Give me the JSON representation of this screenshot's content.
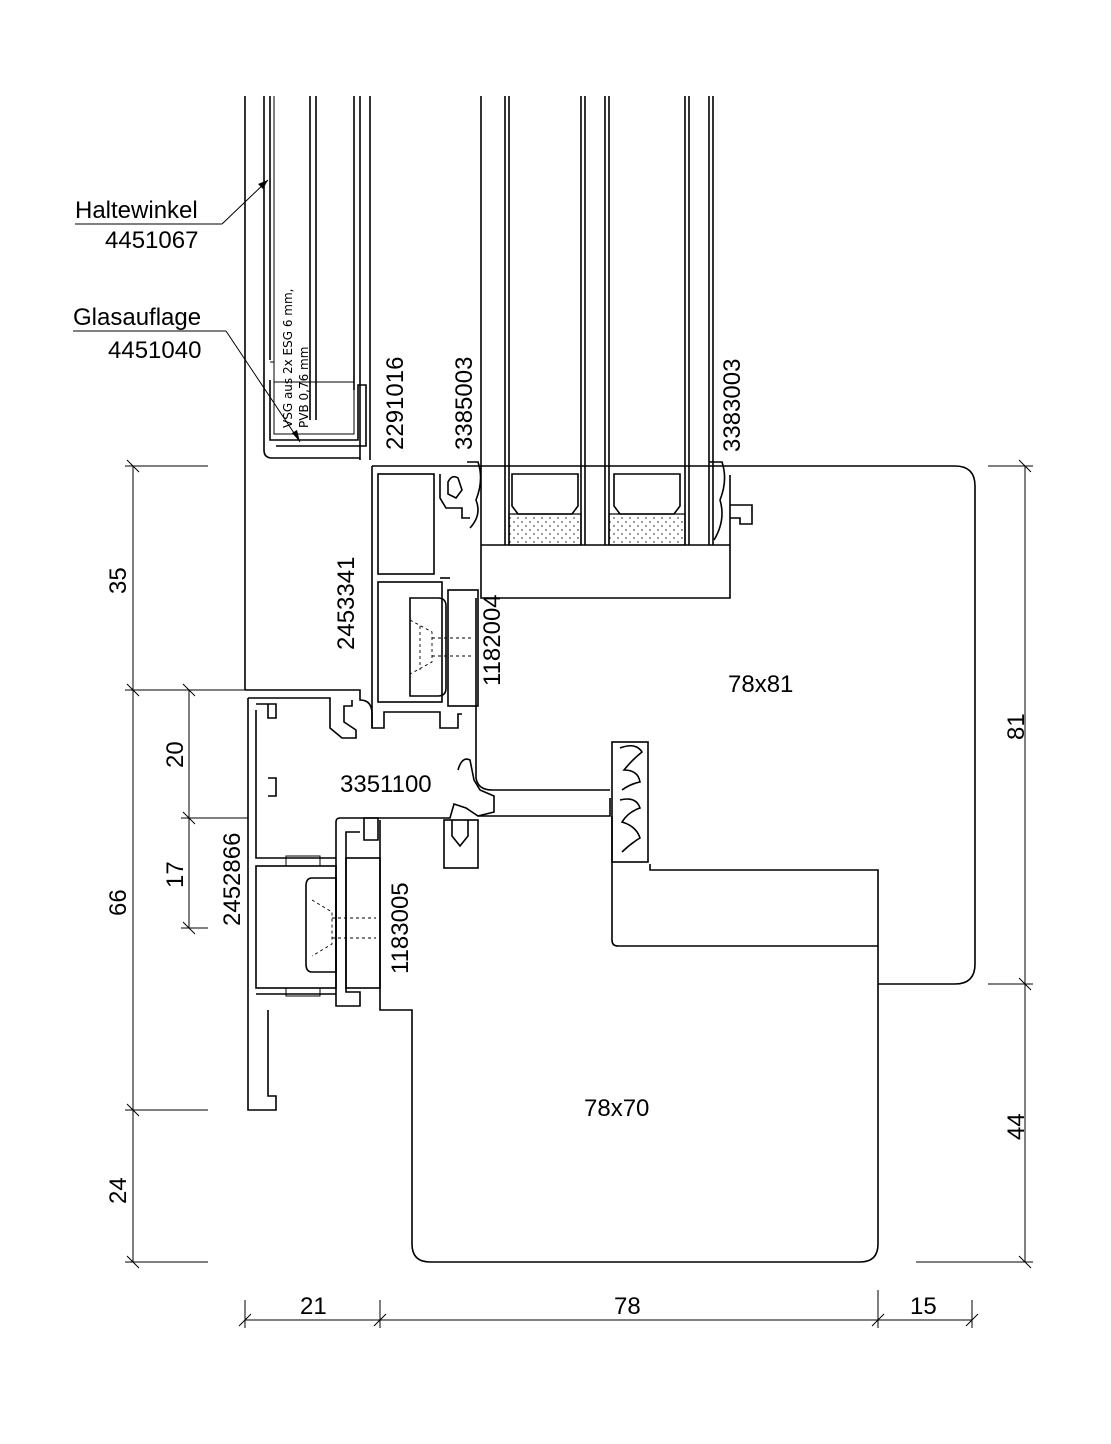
{
  "callouts": {
    "haltewinkel_name": "Haltewinkel",
    "haltewinkel_code": "4451067",
    "glasauflage_name": "Glasauflage",
    "glasauflage_code": "4451040"
  },
  "glass_note": {
    "line1": "VSG aus 2x ESG 6 mm,",
    "line2": "PVB 0,76 mm"
  },
  "part_codes": {
    "p2291016": "2291016",
    "p3385003": "3385003",
    "p3383003": "3383003",
    "p2453341": "2453341",
    "p1182004": "1182004",
    "p3351100": "3351100",
    "p2452866": "2452866",
    "p1183005": "1183005"
  },
  "sections": {
    "upper": "78x81",
    "lower": "78x70"
  },
  "dimensions": {
    "left_35": "35",
    "left_66": "66",
    "left_24": "24",
    "inner_20": "20",
    "inner_17": "17",
    "right_81": "81",
    "right_44": "44",
    "bottom_21": "21",
    "bottom_78": "78",
    "bottom_15": "15"
  }
}
